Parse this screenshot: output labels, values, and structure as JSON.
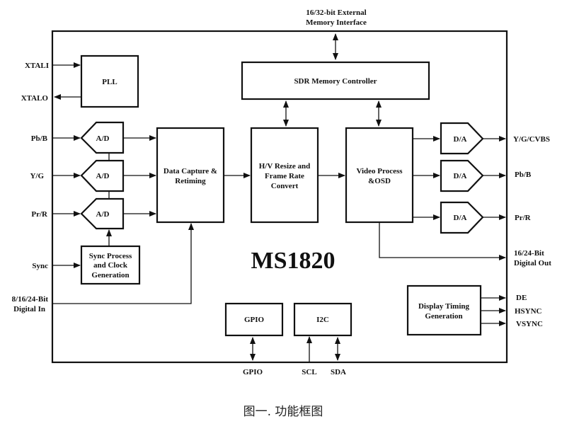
{
  "diagram": {
    "chip_name": "MS1820",
    "caption": "图一. 功能框图",
    "top_interface": [
      "16/32-bit External",
      "Memory Interface"
    ],
    "blocks": {
      "pll": [
        "PLL"
      ],
      "sdr": [
        "SDR Memory Controller"
      ],
      "adc": [
        "A/D",
        "A/D",
        "A/D"
      ],
      "sync": [
        "Sync Process",
        "and Clock",
        "Generation"
      ],
      "capture": [
        "Data Capture &",
        "Retiming"
      ],
      "resize": [
        "H/V Resize and",
        "Frame Rate",
        "Convert"
      ],
      "video": [
        "Video Process",
        "&OSD"
      ],
      "dac": [
        "D/A",
        "D/A",
        "D/A"
      ],
      "timing": [
        "Display Timing",
        "Generation"
      ],
      "gpio": [
        "GPIO"
      ],
      "i2c": [
        "I2C"
      ]
    },
    "left_signals": {
      "xtali": "XTALI",
      "xtalo": "XTALO",
      "pb": "Pb/B",
      "y": "Y/G",
      "pr": "Pr/R",
      "sync": "Sync",
      "digital_in": [
        "8/16/24-Bit",
        "Digital In"
      ]
    },
    "right_signals": {
      "ygcvbs": "Y/G/CVBS",
      "pb": "Pb/B",
      "pr": "Pr/R",
      "digital_out": [
        "16/24-Bit",
        "Digital Out"
      ],
      "de": "DE",
      "hsync": "HSYNC",
      "vsync": "VSYNC"
    },
    "bottom_signals": {
      "gpio": "GPIO",
      "scl": "SCL",
      "sda": "SDA"
    }
  }
}
